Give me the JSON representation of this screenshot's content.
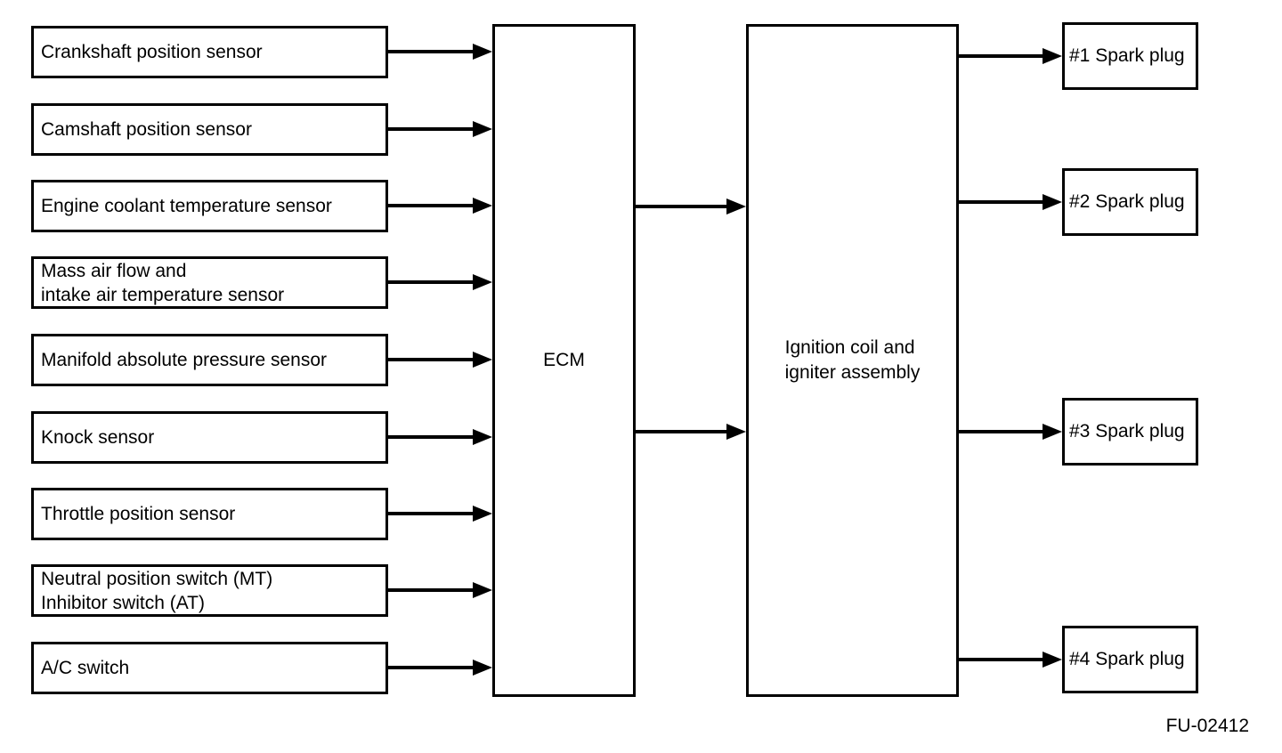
{
  "diagram": {
    "title_hint": "Ignition system block diagram",
    "background_color": "#ffffff",
    "line_color": "#000000",
    "figure_id": "FU-02412",
    "inputs": [
      {
        "lines": [
          "Crankshaft position sensor"
        ]
      },
      {
        "lines": [
          "Camshaft position sensor"
        ]
      },
      {
        "lines": [
          "Engine coolant temperature sensor"
        ]
      },
      {
        "lines": [
          "Mass air flow and",
          "intake air temperature sensor"
        ]
      },
      {
        "lines": [
          "Manifold absolute pressure sensor"
        ]
      },
      {
        "lines": [
          "Knock sensor"
        ]
      },
      {
        "lines": [
          "Throttle position sensor"
        ]
      },
      {
        "lines": [
          "Neutral position switch (MT)",
          "Inhibitor switch (AT)"
        ]
      },
      {
        "lines": [
          "A/C switch"
        ]
      }
    ],
    "ecm": {
      "label": "ECM"
    },
    "ignition": {
      "lines": [
        "Ignition coil and",
        "igniter assembly"
      ]
    },
    "outputs": [
      {
        "label": "#1 Spark plug"
      },
      {
        "label": "#2 Spark plug"
      },
      {
        "label": "#3 Spark plug"
      },
      {
        "label": "#4 Spark plug"
      }
    ]
  }
}
